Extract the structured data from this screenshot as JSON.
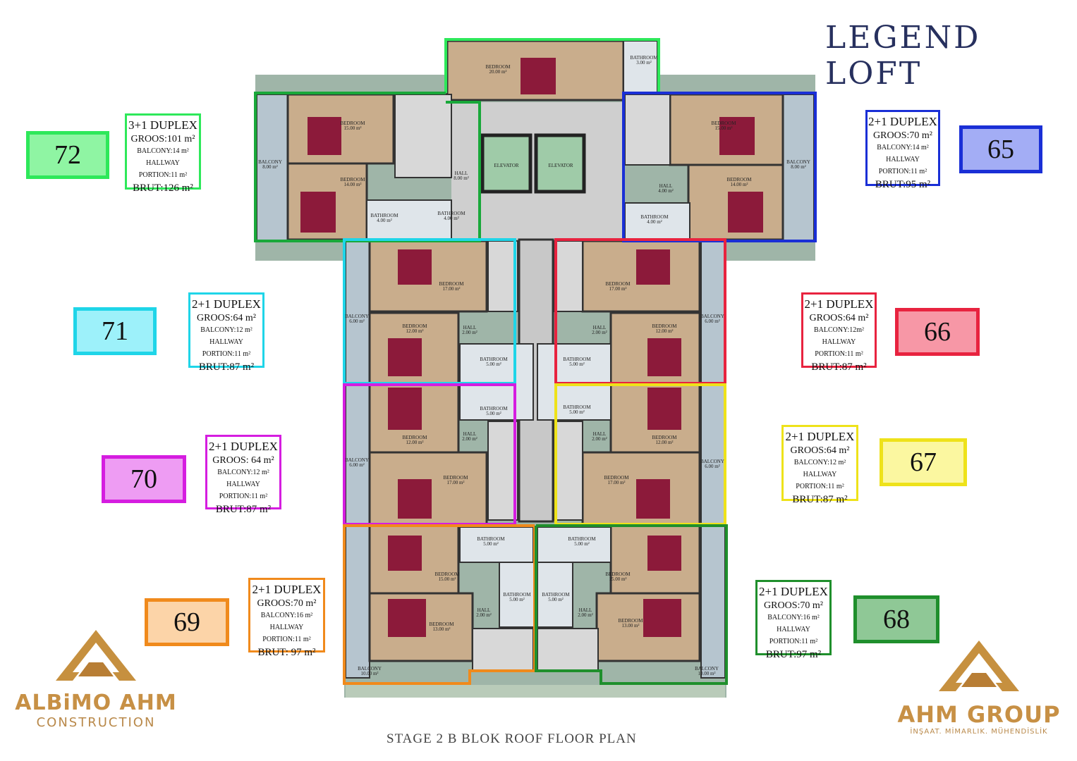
{
  "title": "LEGEND LOFT",
  "subtitle": "STAGE 2  B BLOK ROOF FLOOR PLAN",
  "units": [
    {
      "id": "72",
      "color": "#2ee85a",
      "fill": "#8ff5a3",
      "type": "3+1  DUPLEX",
      "gross": "GROOS:101 m²",
      "balcony": "BALCONY:14 m²",
      "hallway": "HALLWAY PORTION:11 m²",
      "brut": "BRUT:126 m²"
    },
    {
      "id": "65",
      "color": "#1a2fd6",
      "fill": "#a3adf5",
      "type": "2+1 DUPLEX",
      "gross": "GROOS:70 m²",
      "balcony": "BALCONY:14 m²",
      "hallway": "HALLWAY PORTION:11 m²",
      "brut": "BRUT:95 m²"
    },
    {
      "id": "71",
      "color": "#1fd5e8",
      "fill": "#9df1fa",
      "type": "2+1 DUPLEX",
      "gross": "GROOS:64 m²",
      "balcony": "BALCONY:12 m²",
      "hallway": "HALLWAY PORTION:11 m²",
      "brut": "BRUT:87 m²"
    },
    {
      "id": "66",
      "color": "#e8233f",
      "fill": "#f797a6",
      "type": "2+1 DUPLEX",
      "gross": "GROOS:64 m²",
      "balcony": "BALCONY:12m²",
      "hallway": "HALLWAY PORTION:11 m²",
      "brut": "BRUT:87 m²"
    },
    {
      "id": "70",
      "color": "#d51de0",
      "fill": "#ee9cf3",
      "type": "2+1 DUPLEX",
      "gross": "GROOS: 64 m²",
      "balcony": "BALCONY:12 m²",
      "hallway": "HALLWAY PORTION:11 m²",
      "brut": "BRUT:87 m²"
    },
    {
      "id": "67",
      "color": "#eee21a",
      "fill": "#fbf7a0",
      "type": "2+1 DUPLEX",
      "gross": "GROOS:64 m²",
      "balcony": "BALCONY:12 m²",
      "hallway": "HALLWAY PORTION:11 m²",
      "brut": "BRUT:87 m²"
    },
    {
      "id": "69",
      "color": "#f08a1c",
      "fill": "#fcd4a8",
      "type": "2+1 DUPLEX",
      "gross": "GROOS:70 m²",
      "balcony": "BALCONY:16 m²",
      "hallway": "HALLWAY PORTION:11 m²",
      "brut": "BRUT: 97 m²"
    },
    {
      "id": "68",
      "color": "#1f8f2c",
      "fill": "#8fc896",
      "type": "2+1 DUPLEX",
      "gross": "GROOS:70 m²",
      "balcony": "BALCONY:16 m²",
      "hallway": "HALLWAY PORTION:11 m²",
      "brut": "BRUT:97 m²"
    }
  ],
  "rooms": {
    "bedroom": "BEDROOM",
    "bathroom": "BATHROOM",
    "hall": "HALL",
    "balcony": "BALCONY",
    "elevator": "ELEVATOR",
    "a20": "20.00 m²",
    "a3": "3.00 m²",
    "a15": "15.00 m²",
    "a14": "14.00 m²",
    "a8": "8.00 m²",
    "a4": "4.00 m²",
    "a17": "17.00 m²",
    "a12": "12.00 m²",
    "a2": "2.00 m²",
    "a5": "5.00 m²",
    "a6": "6.00 m²",
    "a13": "13.00 m²",
    "a10": "10.00 m²"
  },
  "logos": {
    "left_name": "ALBiMO AHM",
    "left_sub": "CONSTRUCTION",
    "right_name": "AHM GROUP",
    "right_sub": "İNŞAAT. MİMARLIK. MÜHENDİSLİK"
  }
}
